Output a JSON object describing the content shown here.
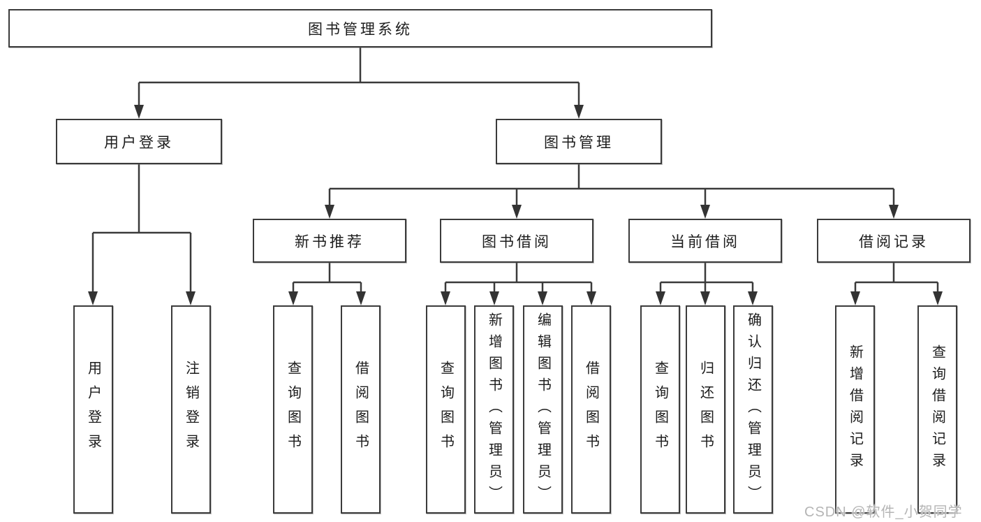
{
  "diagram": {
    "title": "图书管理系统",
    "level2": [
      {
        "label": "用户登录"
      },
      {
        "label": "图书管理"
      }
    ],
    "level3": [
      {
        "label": "新书推荐"
      },
      {
        "label": "图书借阅"
      },
      {
        "label": "当前借阅"
      },
      {
        "label": "借阅记录"
      }
    ],
    "leaves": {
      "user_login": [
        {
          "label": "用户登录"
        },
        {
          "label": "注销登录"
        }
      ],
      "new_book_recommend": [
        {
          "label": "查询图书"
        },
        {
          "label": "借阅图书"
        }
      ],
      "book_borrow": [
        {
          "label": "查询图书"
        },
        {
          "label": "新增图书（管理员）"
        },
        {
          "label": "编辑图书（管理员）"
        },
        {
          "label": "借阅图书"
        }
      ],
      "current_borrow": [
        {
          "label": "查询图书"
        },
        {
          "label": "归还图书"
        },
        {
          "label": "确认归还（管理员）"
        }
      ],
      "borrow_records": [
        {
          "label": "新增借阅记录"
        },
        {
          "label": "查询借阅记录"
        }
      ]
    }
  },
  "watermark": {
    "text": "CSDN @软件_小贺同学"
  },
  "colors": {
    "box_border": "#3b3b3b",
    "connector_line": "#3a3a3a",
    "arrowhead": "#333333",
    "box_text": "#1c1c1c",
    "watermark_text": "#b5b5b5",
    "background": "#ffffff"
  }
}
